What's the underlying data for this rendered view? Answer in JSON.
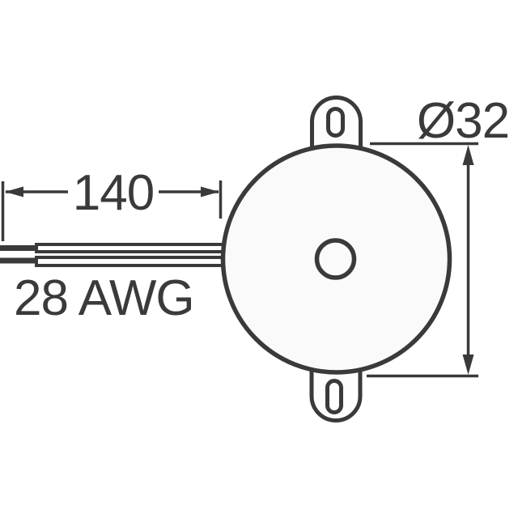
{
  "drawing": {
    "kind": "technical dimension drawing",
    "component": "piezo buzzer, top view, with mounting ears and wire leads",
    "labels": {
      "lead_length": "140",
      "wire_gauge": "28 AWG",
      "body_diameter": "Ø32"
    },
    "colors": {
      "line": "#3a3a3a",
      "body_fill": "#fafafa",
      "tab_fill": "#fdfdfd",
      "background": "#ffffff"
    }
  }
}
